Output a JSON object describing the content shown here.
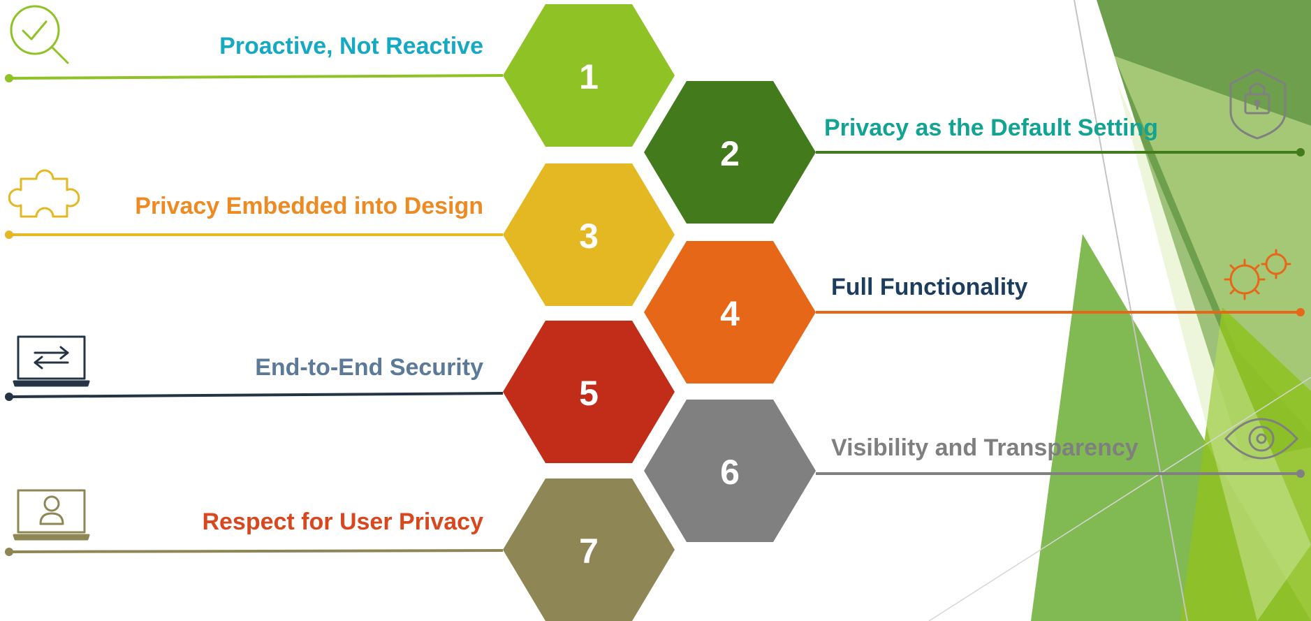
{
  "items": [
    {
      "number": "1",
      "label": "Proactive, Not Reactive",
      "hex_color": "#8fc225",
      "label_color": "#16a9c4",
      "line_color": "#8fc225",
      "icon": "magnifier-check-icon",
      "side": "left"
    },
    {
      "number": "2",
      "label": "Privacy as the Default Setting",
      "hex_color": "#427a1c",
      "label_color": "#12a393",
      "line_color": "#427a1c",
      "icon": "shield-lock-icon",
      "side": "right"
    },
    {
      "number": "3",
      "label": "Privacy Embedded into Design",
      "hex_color": "#e4b822",
      "label_color": "#ee8a22",
      "line_color": "#e4b822",
      "icon": "puzzle-piece-icon",
      "side": "left"
    },
    {
      "number": "4",
      "label": "Full Functionality",
      "hex_color": "#e76719",
      "label_color": "#1c3d5e",
      "line_color": "#e76719",
      "icon": "gears-icon",
      "side": "right"
    },
    {
      "number": "5",
      "label": "End-to-End Security",
      "hex_color": "#c22d1a",
      "label_color": "#5c7a98",
      "line_color": "#243444",
      "icon": "laptop-transfer-icon",
      "side": "left"
    },
    {
      "number": "6",
      "label": "Visibility and Transparency",
      "hex_color": "#808080",
      "label_color": "#7f7f7f",
      "line_color": "#808080",
      "icon": "eye-icon",
      "side": "right"
    },
    {
      "number": "7",
      "label": "Respect for User Privacy",
      "hex_color": "#8e8654",
      "label_color": "#d9471e",
      "line_color": "#8e8654",
      "icon": "laptop-user-icon",
      "side": "left"
    }
  ]
}
